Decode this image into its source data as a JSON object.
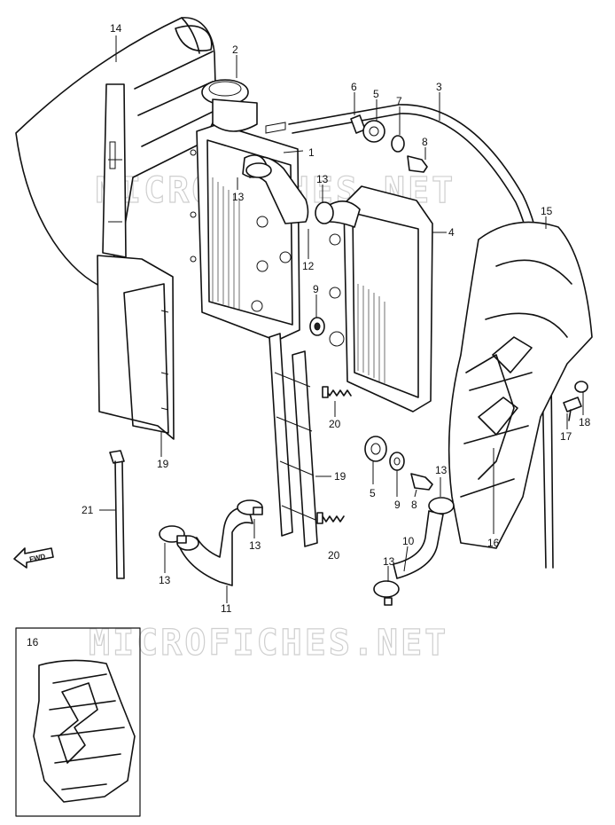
{
  "watermark": "MICROFICHES.NET",
  "fwd_label": "FWD",
  "inset_label": "16",
  "callouts": [
    "14",
    "2",
    "6",
    "5",
    "7",
    "3",
    "8",
    "1",
    "13",
    "13",
    "12",
    "4",
    "15",
    "9",
    "20",
    "19",
    "20",
    "19",
    "21",
    "13",
    "13",
    "11",
    "5",
    "9",
    "8",
    "13",
    "10",
    "13",
    "16",
    "17",
    "18"
  ]
}
